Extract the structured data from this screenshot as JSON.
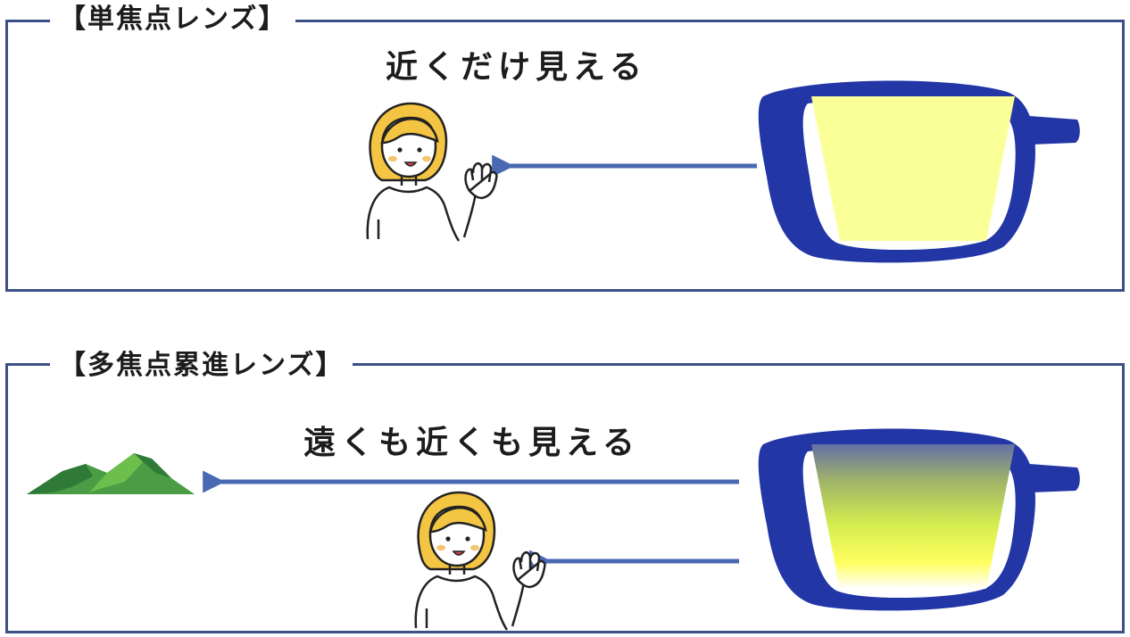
{
  "colors": {
    "frame": "#3c4f86",
    "arrow": "#4a69b3",
    "glasses_frame": "#2236a6",
    "lens_single": "#fbff98",
    "lens_progressive_top": "#6470a4",
    "lens_progressive_mid": "#d3ec4e",
    "lens_progressive_bottom": "#ffff60",
    "mountain": "#3e8f3f",
    "hair": "#f4c542"
  },
  "panels": [
    {
      "id": "single",
      "title": "【単焦点レンズ】",
      "caption": "近くだけ見える",
      "arrows": [
        "to-person"
      ]
    },
    {
      "id": "progressive",
      "title": "【多焦点累進レンズ】",
      "caption": "遠くも近くも見える",
      "arrows": [
        "to-mountain",
        "to-person"
      ]
    }
  ],
  "icons": [
    "person-icon",
    "mountain-icon",
    "glasses-icon",
    "arrow-icon"
  ]
}
